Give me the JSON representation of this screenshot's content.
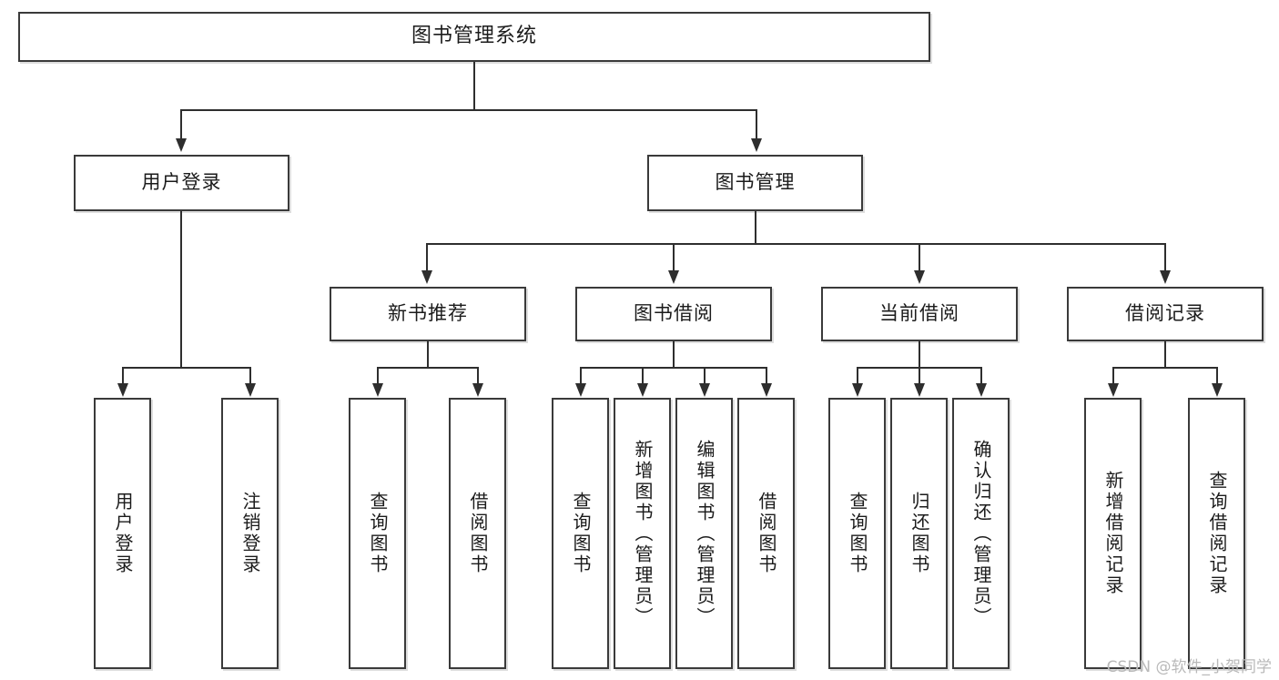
{
  "diagram": {
    "title": "图书管理系统",
    "watermark": "CSDN @软件_小贺同学",
    "type": "tree",
    "colors": {
      "box_border": "#3a3a3a",
      "connector": "#2e2e2e",
      "background": "#ffffff",
      "text": "#1b1b1b",
      "watermark": "#b9b9b9"
    },
    "levels": {
      "root": {
        "label": "图书管理系统"
      },
      "level2": [
        {
          "label": "用户登录"
        },
        {
          "label": "图书管理"
        }
      ],
      "level3": [
        {
          "label": "新书推荐"
        },
        {
          "label": "图书借阅"
        },
        {
          "label": "当前借阅"
        },
        {
          "label": "借阅记录"
        }
      ],
      "leaves": {
        "user_login": [
          {
            "label": "用户登录"
          },
          {
            "label": "注销登录"
          }
        ],
        "new_book_recommend": [
          {
            "label": "查询图书"
          },
          {
            "label": "借阅图书"
          }
        ],
        "book_borrow": [
          {
            "label": "查询图书"
          },
          {
            "label": "新增图书（管理员）"
          },
          {
            "label": "编辑图书（管理员）"
          },
          {
            "label": "借阅图书"
          }
        ],
        "current_borrow": [
          {
            "label": "查询图书"
          },
          {
            "label": "归还图书"
          },
          {
            "label": "确认归还（管理员）"
          }
        ],
        "borrow_record": [
          {
            "label": "新增借阅记录"
          },
          {
            "label": "查询借阅记录"
          }
        ]
      }
    }
  }
}
